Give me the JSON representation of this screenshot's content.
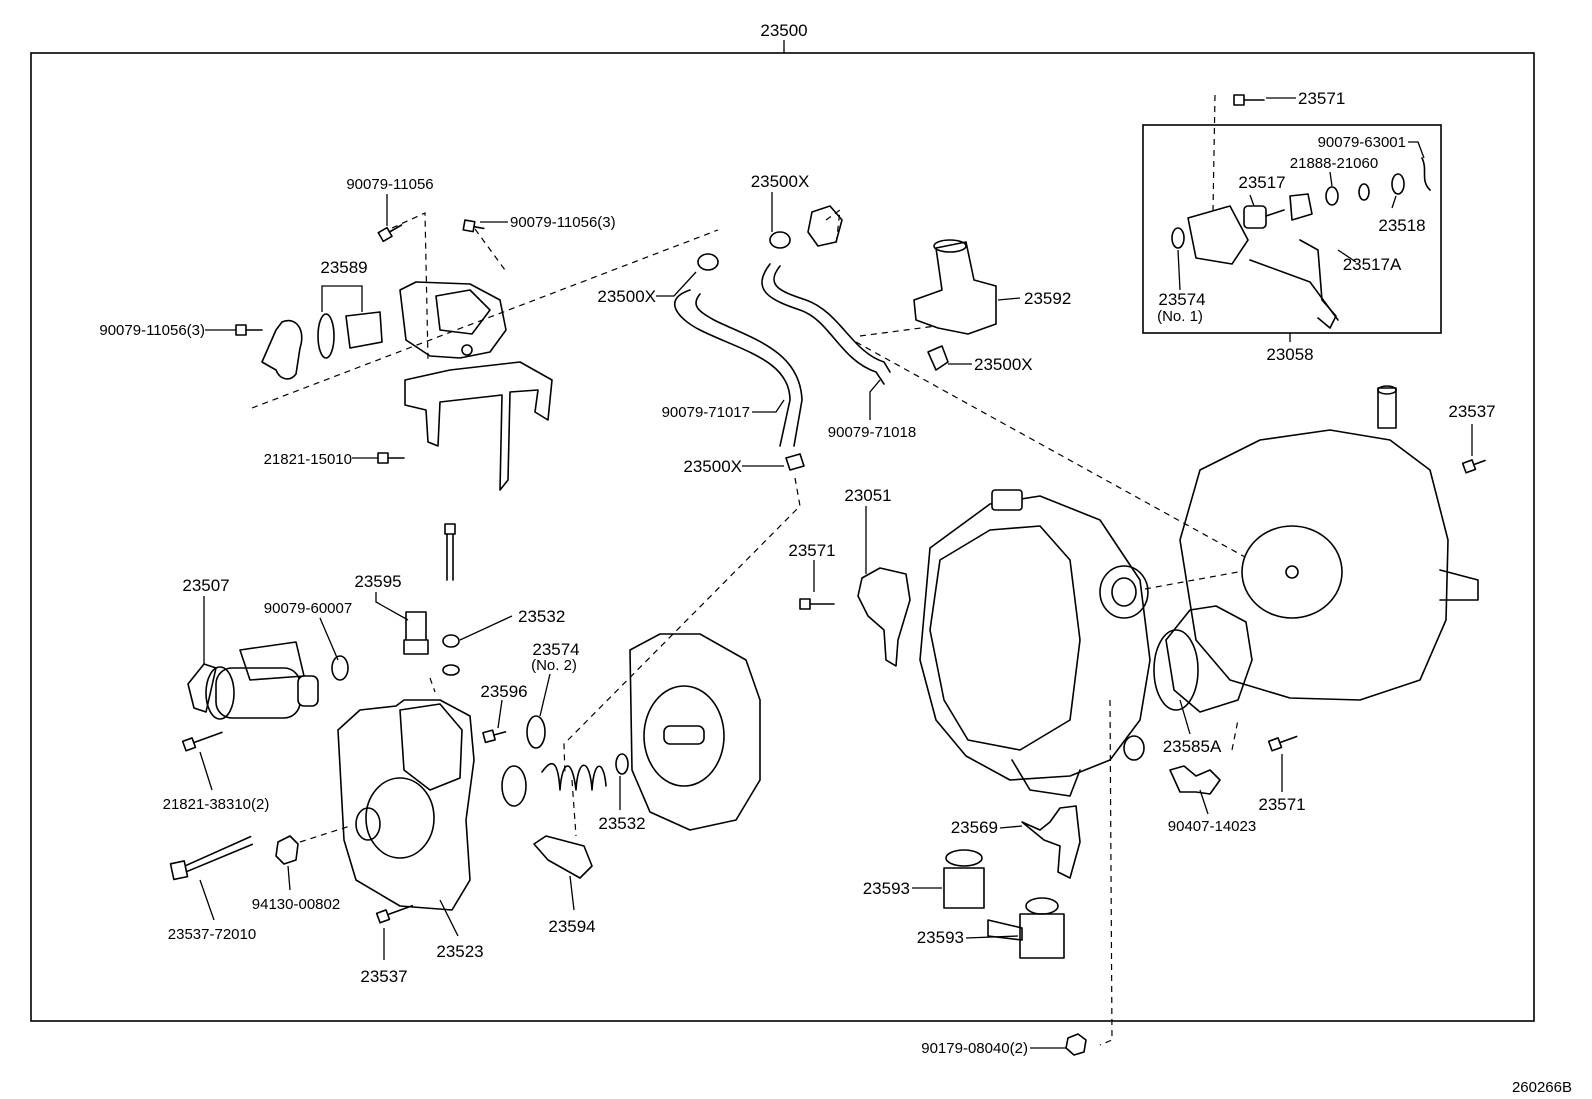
{
  "diagram": {
    "assembly_number": "23500",
    "figure_code": "260266B",
    "sub_box_label": "23058",
    "callouts": [
      {
        "id": "c01",
        "text": "90079-11056"
      },
      {
        "id": "c02",
        "text": "90079-11056(3)"
      },
      {
        "id": "c03",
        "text": "23589"
      },
      {
        "id": "c04",
        "text": "90079-11056(3)"
      },
      {
        "id": "c05",
        "text": "21821-15010"
      },
      {
        "id": "c06",
        "text": "23500X"
      },
      {
        "id": "c07",
        "text": "23500X"
      },
      {
        "id": "c08",
        "text": "90079-71017"
      },
      {
        "id": "c09",
        "text": "90079-71018"
      },
      {
        "id": "c10",
        "text": "23500X"
      },
      {
        "id": "c11",
        "text": "23592"
      },
      {
        "id": "c12",
        "text": "23500X"
      },
      {
        "id": "c13",
        "text": "23571"
      },
      {
        "id": "c14",
        "text": "90079-63001"
      },
      {
        "id": "c15",
        "text": "21888-21060"
      },
      {
        "id": "c16",
        "text": "23517"
      },
      {
        "id": "c17",
        "text": "23518"
      },
      {
        "id": "c18",
        "text": "23517A"
      },
      {
        "id": "c19",
        "text": "23574"
      },
      {
        "id": "c20",
        "text": "(No. 1)"
      },
      {
        "id": "c21",
        "text": "23537"
      },
      {
        "id": "c22",
        "text": "23051"
      },
      {
        "id": "c23",
        "text": "23571"
      },
      {
        "id": "c24",
        "text": "23507"
      },
      {
        "id": "c25",
        "text": "23595"
      },
      {
        "id": "c26",
        "text": "90079-60007"
      },
      {
        "id": "c27",
        "text": "23532"
      },
      {
        "id": "c28",
        "text": "23574"
      },
      {
        "id": "c29",
        "text": "(No. 2)"
      },
      {
        "id": "c30",
        "text": "23596"
      },
      {
        "id": "c31",
        "text": "21821-38310(2)"
      },
      {
        "id": "c32",
        "text": "23532"
      },
      {
        "id": "c33",
        "text": "94130-00802"
      },
      {
        "id": "c34",
        "text": "23537-72010"
      },
      {
        "id": "c35",
        "text": "23523"
      },
      {
        "id": "c36",
        "text": "23594"
      },
      {
        "id": "c37",
        "text": "23537"
      },
      {
        "id": "c38",
        "text": "23585A"
      },
      {
        "id": "c39",
        "text": "23571"
      },
      {
        "id": "c40",
        "text": "90407-14023"
      },
      {
        "id": "c41",
        "text": "23569"
      },
      {
        "id": "c42",
        "text": "23593"
      },
      {
        "id": "c43",
        "text": "23593"
      },
      {
        "id": "c44",
        "text": "90179-08040(2)"
      }
    ]
  }
}
